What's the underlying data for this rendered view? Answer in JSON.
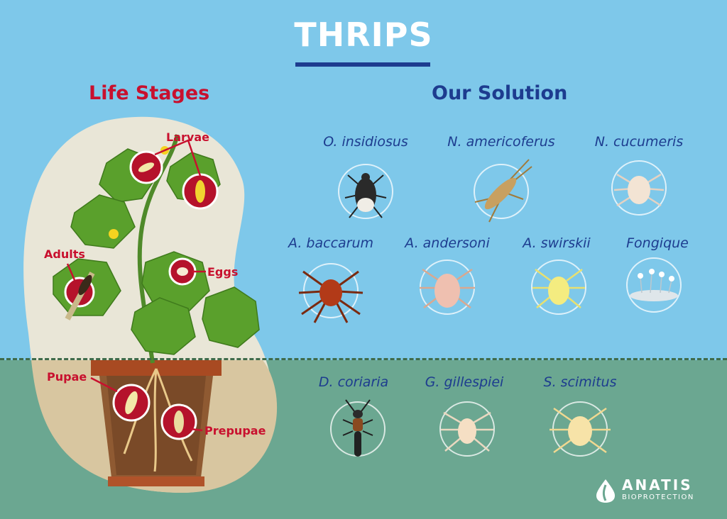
{
  "title": "THRIPS",
  "life_stages": {
    "heading": "Life Stages",
    "labels": {
      "larvae": "Larvae",
      "adults": "Adults",
      "eggs": "Eggs",
      "pupae": "Pupae",
      "prepupae": "Prepupae"
    }
  },
  "solution": {
    "heading": "Our Solution",
    "above_ground": [
      "O. insidiosus",
      "N. americoferus",
      "N. cucumeris",
      "A. baccarum",
      "A. andersoni",
      "A. swirskii",
      "Fongique"
    ],
    "below_ground": [
      "D. coriaria",
      "G. gillespiei",
      "S. scimitus"
    ]
  },
  "logo": {
    "name": "ANATIS",
    "subtitle": "BIOPROTECTION"
  },
  "colors": {
    "sky": "#7ec8ea",
    "ground": "#6ba791",
    "brand_blue": "#1d3c8f",
    "brand_red": "#c8102e",
    "leaf_green": "#5aa02c",
    "pot": "#b0532a"
  },
  "icons": [
    "pirate-bug-icon",
    "mirid-bug-icon",
    "mite-icon",
    "red-mite-icon",
    "fungus-icon",
    "rove-beetle-icon",
    "thrips-icon",
    "egg-icon",
    "plant-icon",
    "pot-icon",
    "leaf-drop-icon"
  ]
}
